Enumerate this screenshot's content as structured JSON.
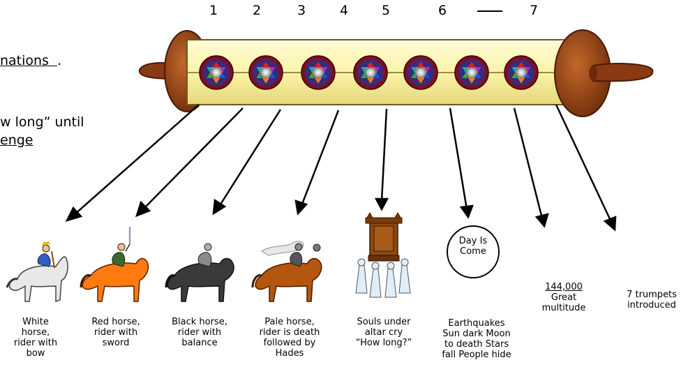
{
  "seal_numbers": [
    "1",
    "2",
    "3",
    "4",
    "5",
    "6",
    "7"
  ],
  "left_text": {
    "line1": "nations",
    "line1_suffix": ".",
    "line2": "w long” until",
    "line3": "enge"
  },
  "sixth_seal_sign": "Day Is Come",
  "captions": {
    "c1": "White horse, rider with bow",
    "c2": "Red horse, rider with sword",
    "c3": "Black horse, rider with balance",
    "c4": "Pale horse, rider is death followed by Hades",
    "c5": "Souls under altar cry “How long?”",
    "c6": "Earthquakes Sun dark Moon to death Stars fall People hide",
    "c7_number": "144,000",
    "c7_rest": "Great multitude",
    "c8": "7 trumpets introduced"
  },
  "colors": {
    "scroll_body": "#fdf8c0",
    "scroll_wood": "#8a3a12",
    "seal_ring": "#7a1220",
    "seal_inner": "#4a2a8a",
    "horse_white": "#e8e8e8",
    "horse_red": "#ff7a10",
    "horse_black": "#3a3a3a",
    "horse_pale": "#b5560f"
  }
}
